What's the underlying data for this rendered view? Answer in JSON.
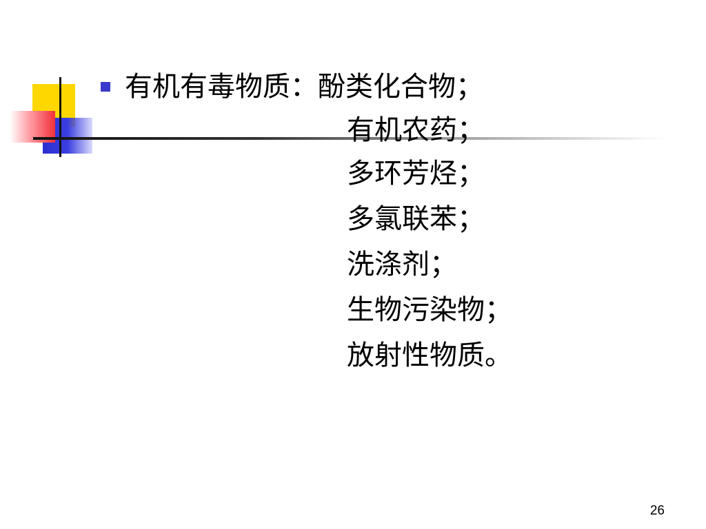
{
  "slide": {
    "heading": "有机有毒物质：酚类化合物；",
    "items": [
      "有机农药；",
      "多环芳烃；",
      "多氯联苯；",
      "洗涤剂；",
      "生物污染物；",
      "放射性物质。"
    ],
    "page_number": "26"
  },
  "colors": {
    "bullet": "#3a3acc",
    "accent_yellow": "#ffd700",
    "accent_blue": "#2b2fd0",
    "accent_red": "#f0303a",
    "text": "#000000"
  }
}
